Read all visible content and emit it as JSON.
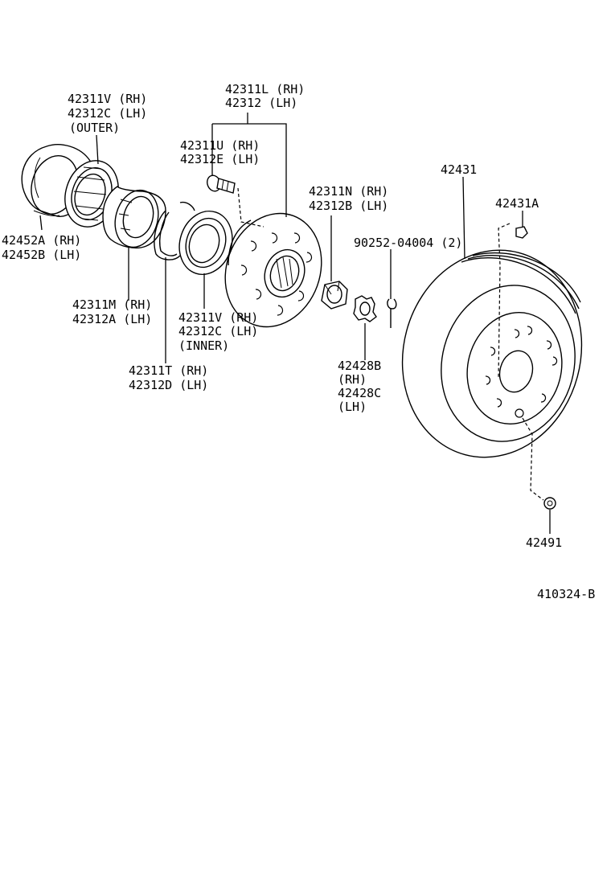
{
  "diagram_code": "410324-B",
  "labels": {
    "hub": [
      "42311L (RH)",
      "42312  (LH)"
    ],
    "bolt": [
      "42311U (RH)",
      "42312E (LH)"
    ],
    "outer_bearing": [
      "42311V (RH)",
      "42312C (LH)",
      "(OUTER)"
    ],
    "seal": [
      "42452A (RH)",
      "42452B (LH)"
    ],
    "bearing_case": [
      "42311M (RH)",
      "42312A (LH)"
    ],
    "inner_bearing": [
      "42311V (RH)",
      "42312C (LH)",
      "(INNER)"
    ],
    "snap_ring": [
      "42311T (RH)",
      "42312D (LH)"
    ],
    "nut": [
      "42311N (RH)",
      "42312B (LH)"
    ],
    "cotter_pin": [
      "90252-04004 (2)"
    ],
    "nut_lock": [
      "42428B",
      "(RH)",
      "42428C",
      "(LH)"
    ],
    "disc": [
      "42431"
    ],
    "disc_screw": [
      "42431A"
    ],
    "plug": [
      "42491"
    ]
  },
  "icons": {
    "hub": "wheel-hub-icon",
    "bolt": "hub-bolt-icon",
    "disc": "brake-disc-icon",
    "seal": "oil-seal-icon",
    "bearing": "bearing-icon",
    "nut": "hex-nut-icon",
    "pin": "cotter-pin-icon",
    "screw": "screw-icon",
    "plug": "plug-icon"
  }
}
